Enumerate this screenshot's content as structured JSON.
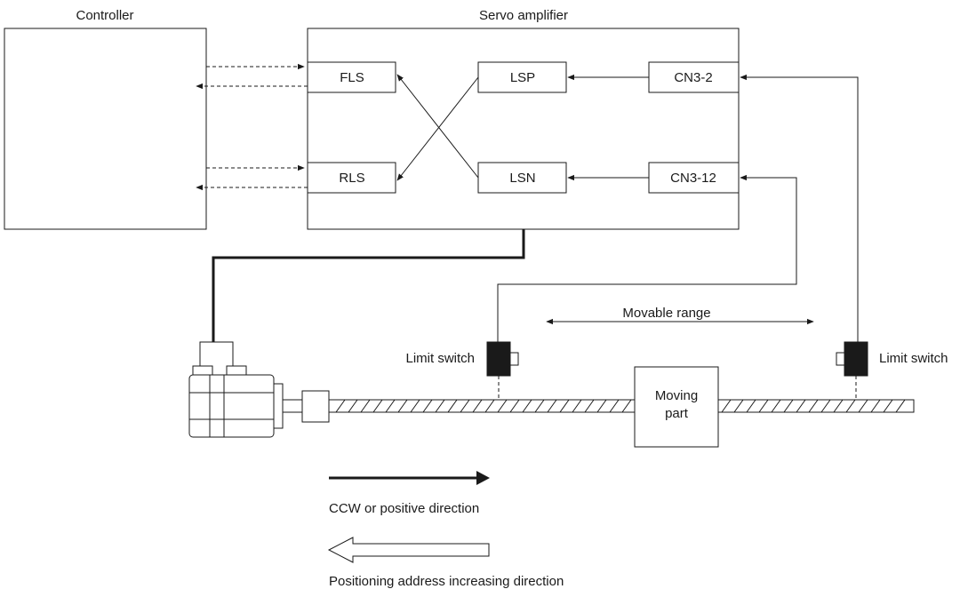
{
  "controller": {
    "label": "Controller"
  },
  "servo_amplifier": {
    "label": "Servo amplifier",
    "blocks": {
      "fls": "FLS",
      "rls": "RLS",
      "lsp": "LSP",
      "lsn": "LSN",
      "cn3_2": "CN3-2",
      "cn3_12": "CN3-12"
    }
  },
  "mechanics": {
    "movable_range": "Movable range",
    "limit_switch_left": "Limit switch",
    "limit_switch_right": "Limit switch",
    "moving_part_line1": "Moving",
    "moving_part_line2": "part"
  },
  "legend": {
    "ccw_label": "CCW or positive direction",
    "address_label": "Positioning address increasing direction"
  },
  "colors": {
    "line": "#1a1a1a",
    "switch_fill": "#1a1a1a",
    "background": "#ffffff"
  }
}
